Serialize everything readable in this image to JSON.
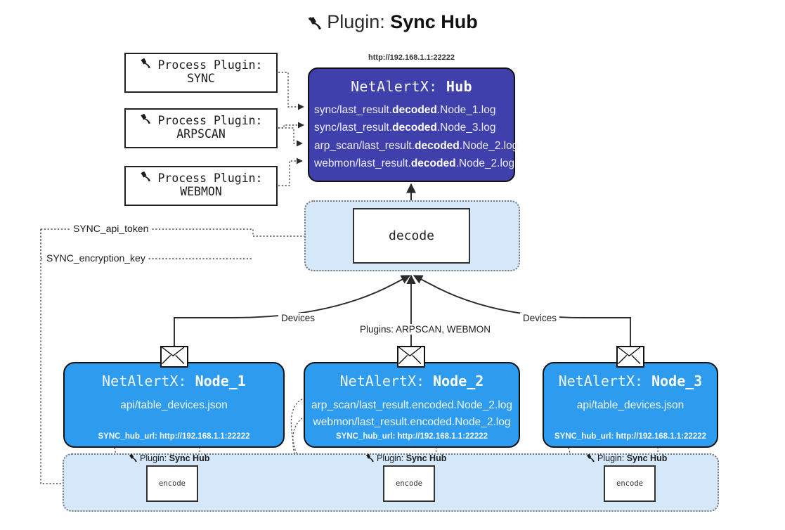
{
  "title": {
    "icon": "plug-icon",
    "prefix": "Plugin: ",
    "name": "Sync Hub"
  },
  "process_plugins": [
    {
      "icon": "plug-icon",
      "line1": "Process Plugin:",
      "line2": "SYNC"
    },
    {
      "icon": "plug-icon",
      "line1": "Process Plugin:",
      "line2": "ARPSCAN"
    },
    {
      "icon": "plug-icon",
      "line1": "Process Plugin:",
      "line2": "WEBMON"
    }
  ],
  "hub": {
    "url": "http://192.168.1.1:22222",
    "title_prefix": "NetAlertX: ",
    "title_name": "Hub",
    "logs": [
      {
        "pre": "sync/last_result.",
        "em": "decoded",
        "post": ".Node_1.log"
      },
      {
        "pre": "sync/last_result.",
        "em": "decoded",
        "post": ".Node_3.log"
      },
      {
        "pre": "arp_scan/last_result.",
        "em": "decoded",
        "post": ".Node_2.log"
      },
      {
        "pre": "webmon/last_result.",
        "em": "decoded",
        "post": ".Node_2.log"
      }
    ]
  },
  "decode": {
    "label": "decode"
  },
  "keys": [
    {
      "label": "SYNC_api_token"
    },
    {
      "label": "SYNC_encryption_key"
    }
  ],
  "edge_labels": {
    "devices_left": "Devices",
    "devices_right": "Devices",
    "plugins_center": "Plugins: ARPSCAN, WEBMON"
  },
  "nodes": [
    {
      "title_prefix": "NetAlertX: ",
      "title_name": "Node_1",
      "lines": [
        "api/table_devices.json"
      ],
      "foot": "SYNC_hub_url: http://192.168.1.1:22222"
    },
    {
      "title_prefix": "NetAlertX: ",
      "title_name": "Node_2",
      "lines": [
        "arp_scan/last_result.encoded.Node_2.log",
        "webmon/last_result.encoded.Node_2.log"
      ],
      "foot": "SYNC_hub_url: http://192.168.1.1:22222"
    },
    {
      "title_prefix": "NetAlertX: ",
      "title_name": "Node_3",
      "lines": [
        "api/table_devices.json"
      ],
      "foot": "SYNC_hub_url: http://192.168.1.1:22222"
    }
  ],
  "encoders": [
    {
      "plugin_prefix": "Plugin: ",
      "plugin_name": "Sync Hub",
      "box": "encode"
    },
    {
      "plugin_prefix": "Plugin: ",
      "plugin_name": "Sync Hub",
      "box": "encode"
    },
    {
      "plugin_prefix": "Plugin: ",
      "plugin_name": "Sync Hub",
      "box": "encode"
    }
  ],
  "colors": {
    "hub": "#4040ad",
    "node": "#2d9cef",
    "container": "#d4e8fa",
    "stroke": "#333333",
    "background": "#ffffff"
  }
}
